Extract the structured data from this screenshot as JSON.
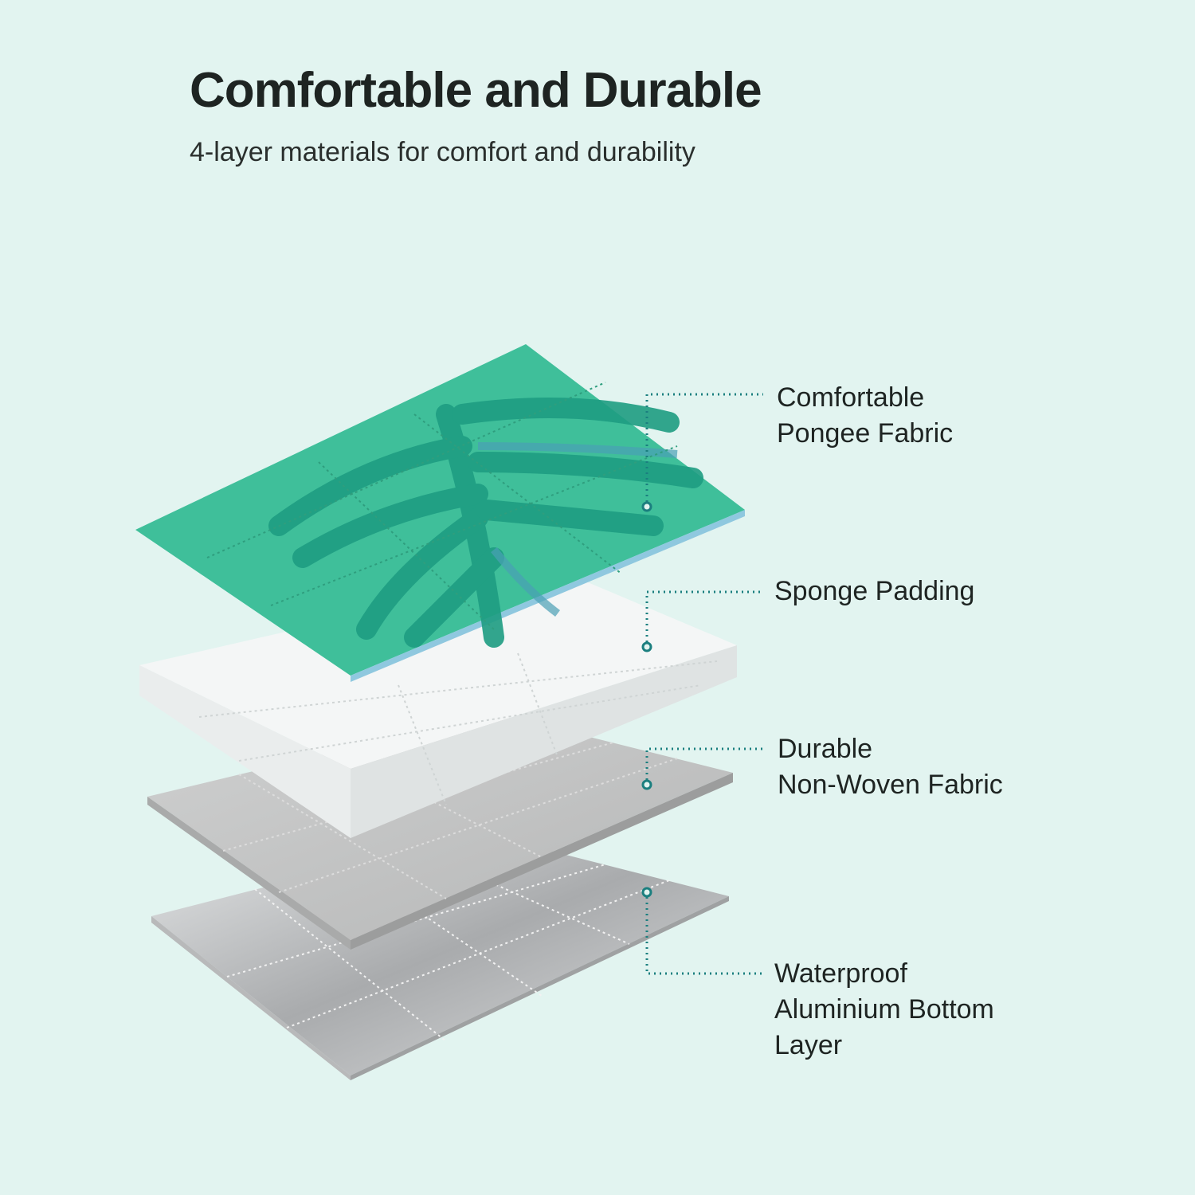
{
  "header": {
    "title": "Comfortable and Durable",
    "subtitle": "4-layer materials for comfort and durability"
  },
  "layers": [
    {
      "lines": [
        "Comfortable",
        "Pongee Fabric"
      ],
      "color": "#3fbf9a"
    },
    {
      "lines": [
        "Sponge Padding"
      ],
      "color": "#f4f6f6"
    },
    {
      "lines": [
        "Durable",
        "Non-Woven Fabric"
      ],
      "color": "#bdbdbd"
    },
    {
      "lines": [
        "Waterproof",
        "Aluminium Bottom",
        "Layer"
      ],
      "color": "#c9cacb"
    }
  ],
  "callout_color": "#1b7f7f"
}
